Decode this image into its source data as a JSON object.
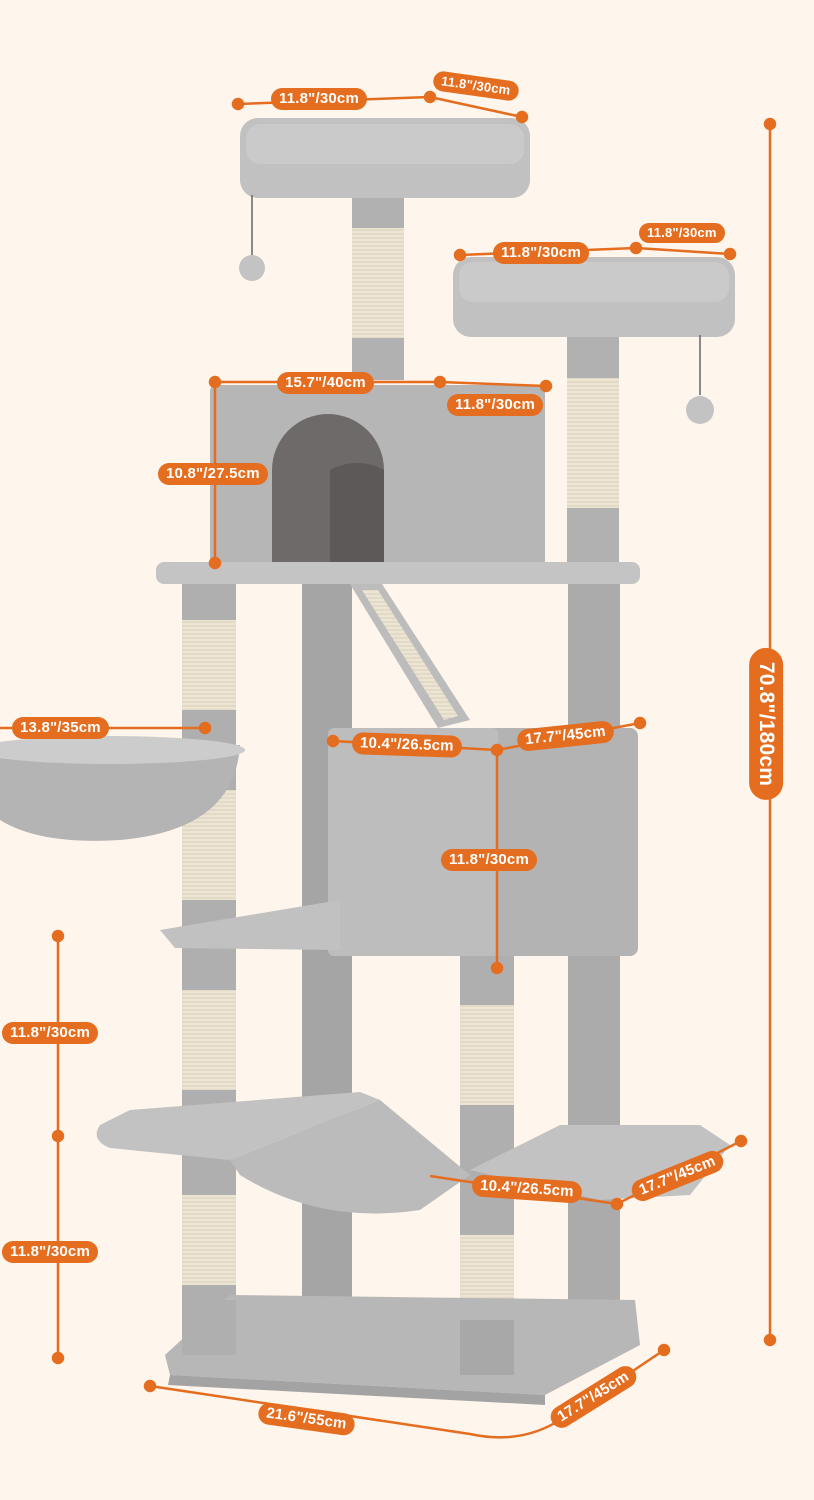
{
  "diagram": {
    "subject": "Multi-level cat tree with condos, perches, hammock and basket",
    "colors": {
      "background": "#fef5ec",
      "accent": "#e46d1f",
      "plush": "#b9b8b8",
      "plush_dark": "#9c9b9b",
      "sisal": "#ece5d3"
    },
    "dimensions": {
      "top_perch_width": "11.8\"/30cm",
      "top_perch_depth": "11.8\"/30cm",
      "second_perch_width": "11.8\"/30cm",
      "second_perch_depth": "11.8\"/30cm",
      "upper_condo_width": "15.7\"/40cm",
      "upper_condo_depth": "11.8\"/30cm",
      "upper_condo_height": "10.8\"/27.5cm",
      "total_height": "70.8\"/180cm",
      "basket_diameter": "13.8\"/35cm",
      "lower_condo_width": "10.4\"/26.5cm",
      "lower_condo_depth": "17.7\"/45cm",
      "lower_condo_height": "11.8\"/30cm",
      "left_tier_upper_height": "11.8\"/30cm",
      "left_tier_lower_height": "11.8\"/30cm",
      "right_platform_width": "10.4\"/26.5cm",
      "right_platform_depth": "17.7\"/45cm",
      "base_width": "21.6\"/55cm",
      "base_depth": "17.7\"/45cm"
    }
  }
}
